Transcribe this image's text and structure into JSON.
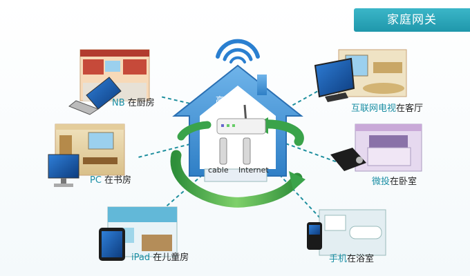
{
  "header": {
    "title": "家庭网关"
  },
  "center": {
    "house_label": "高清嗵娃",
    "cable_label": "cable",
    "internet_label": "Internet"
  },
  "rooms": {
    "kitchen": {
      "device": "NB",
      "location": " 在厨房"
    },
    "study": {
      "device": "PC",
      "location": " 在书房"
    },
    "kids": {
      "device": "iPad",
      "location": " 在儿童房"
    },
    "living": {
      "device": "互联网电视",
      "location": "在客厅"
    },
    "bedroom": {
      "device": "微投",
      "location": "在卧室"
    },
    "bath": {
      "device": "手机",
      "location": "在浴室"
    }
  },
  "colors": {
    "accent": "#1a8ea4",
    "banner": "#2aa6ba",
    "house": "#3f8fd1",
    "arrow": "#3aa34a",
    "link_line": "#1e8f9e"
  }
}
